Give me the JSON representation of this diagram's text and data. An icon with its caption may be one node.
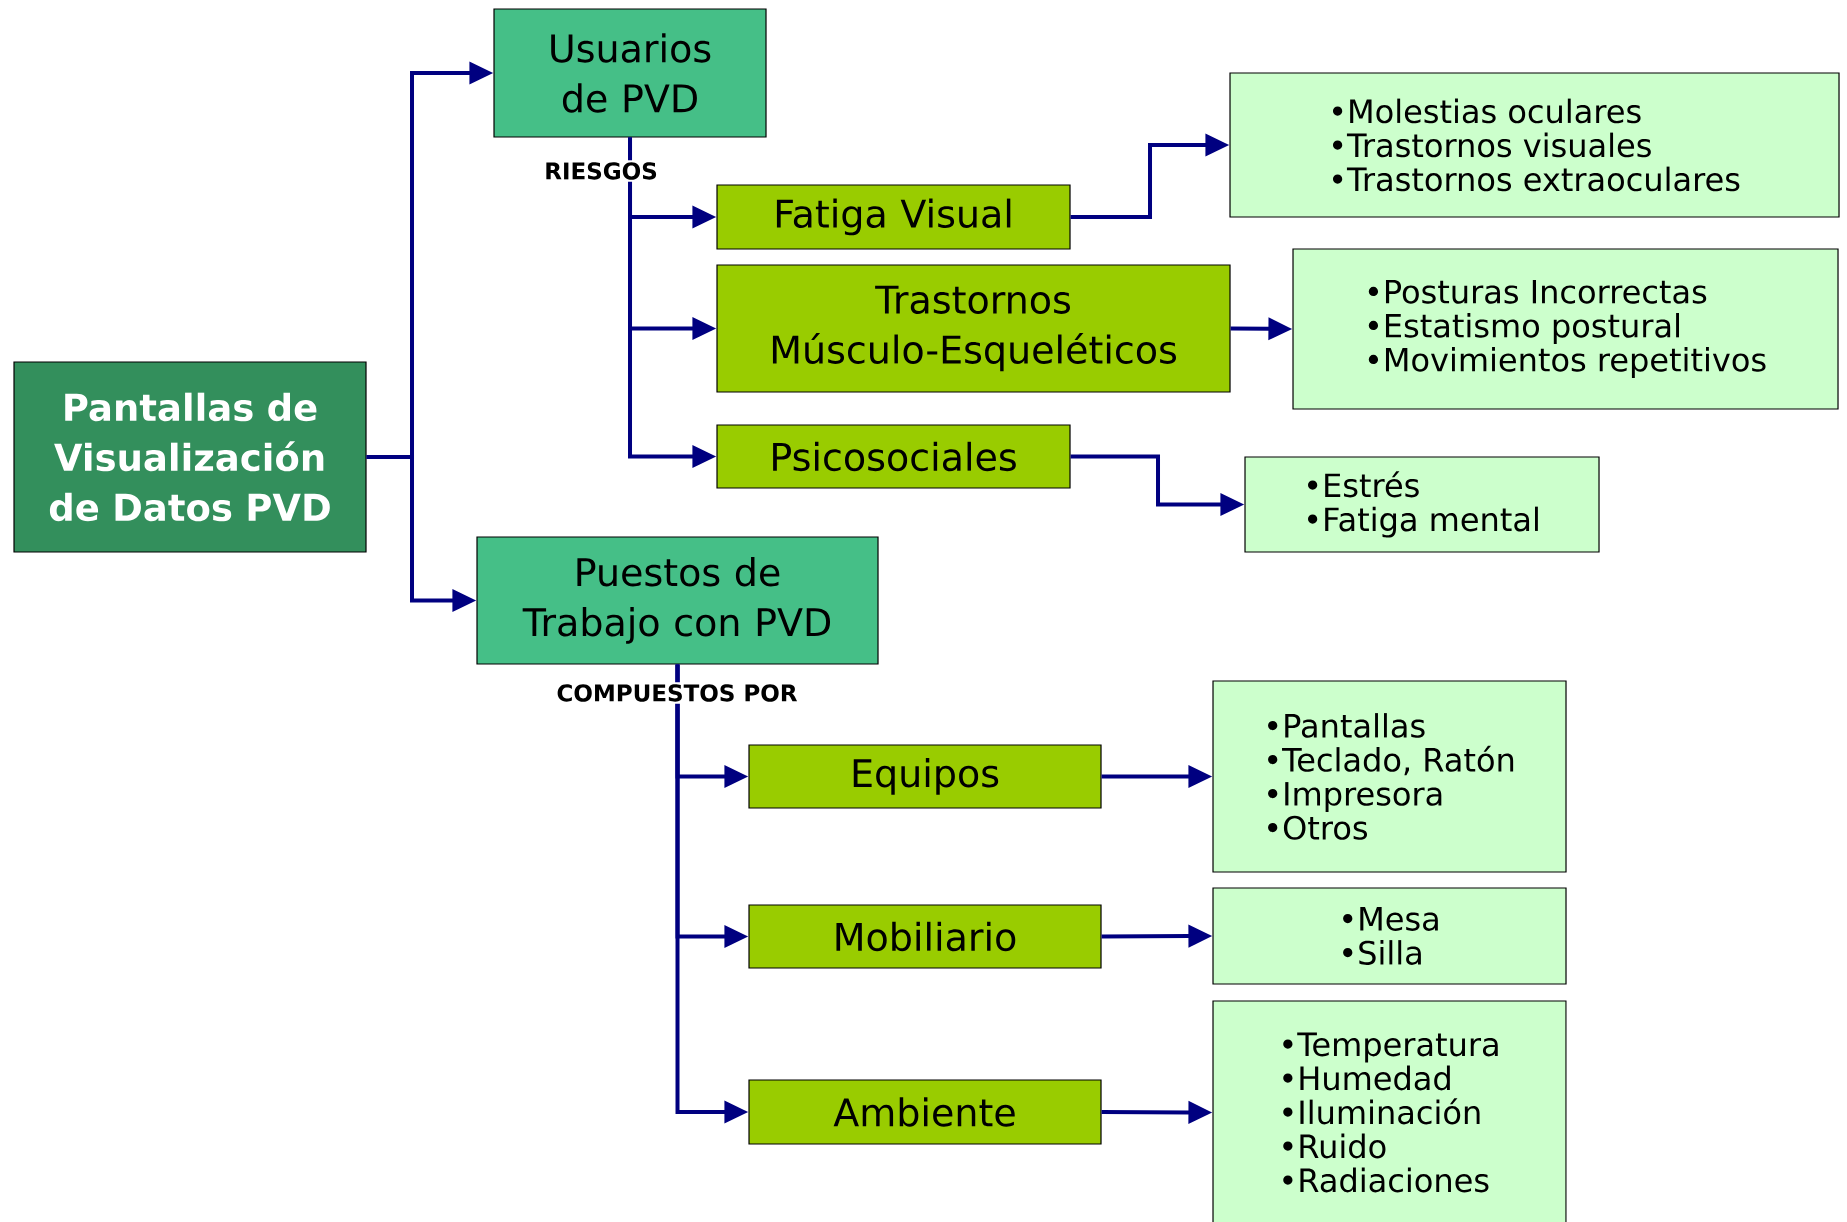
{
  "diagram": {
    "nodes": [
      {
        "text": [
          "Pantallas de Visualización de Datos PVD"
        ]
      },
      {
        "text": [
          "Usuarios de PVD"
        ]
      },
      {
        "text": [
          "Fatiga Visual"
        ]
      },
      {
        "text": [
          "Trastornos Músculo-Esqueléticos"
        ]
      },
      {
        "text": [
          "Psicosociales"
        ]
      },
      {
        "text": [
          "•Molestias oculares",
          "•Trastornos visuales",
          "•Trastornos extraoculares"
        ]
      },
      {
        "text": [
          "•Posturas Incorrectas",
          "•Estatismo postural",
          "•Movimientos repetitivos"
        ]
      },
      {
        "text": [
          "•Estrés",
          "•Fatiga mental"
        ]
      },
      {
        "text": [
          "Puestos de Trabajo con PVD"
        ]
      },
      {
        "text": [
          "Equipos"
        ]
      },
      {
        "text": [
          "Mobiliario"
        ]
      },
      {
        "text": [
          "Ambiente"
        ]
      },
      {
        "text": [
          "•Pantallas",
          "•Teclado, Ratón",
          "•Impresora",
          "•Otros"
        ]
      },
      {
        "text": [
          "•Mesa",
          "•Silla"
        ]
      },
      {
        "text": [
          "•Temperatura",
          "•Humedad",
          "•Iluminación",
          "•Ruido",
          "•Radiaciones"
        ]
      }
    ],
    "edges": [
      {
        "from": 0,
        "to": 1,
        "arrow": "to"
      },
      {
        "from": 0,
        "to": 8,
        "arrow": "to"
      },
      {
        "from": 1,
        "to": 2,
        "arrow": "to"
      },
      {
        "from": 1,
        "to": 3,
        "arrow": "to"
      },
      {
        "from": 1,
        "to": 4,
        "arrow": "to"
      },
      {
        "from": 2,
        "to": 5,
        "arrow": "to"
      },
      {
        "from": 3,
        "to": 6,
        "arrow": "to"
      },
      {
        "from": 4,
        "to": 7,
        "arrow": "to"
      },
      {
        "from": 8,
        "to": 9,
        "arrow": "to"
      },
      {
        "from": 8,
        "to": 10,
        "arrow": "to"
      },
      {
        "from": 8,
        "to": 11,
        "arrow": "to"
      },
      {
        "from": 9,
        "to": 12,
        "arrow": "to"
      },
      {
        "from": 10,
        "to": 13,
        "arrow": "to"
      },
      {
        "from": 11,
        "to": 14,
        "arrow": "to"
      }
    ],
    "labels": [
      "RIESGOS",
      "COMPUESTOS POR"
    ]
  }
}
